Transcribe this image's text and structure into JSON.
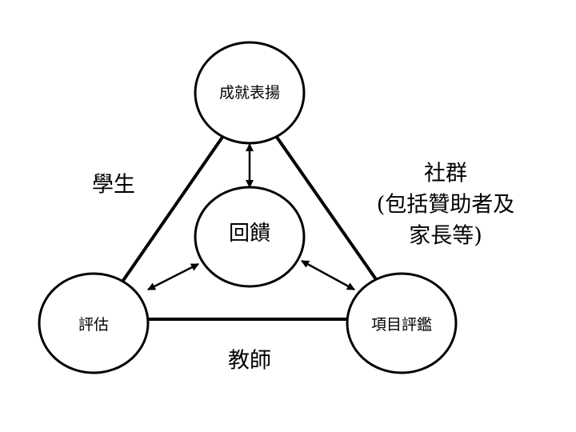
{
  "diagram": {
    "nodes": {
      "top": {
        "label": "成就表揚"
      },
      "center": {
        "label": "回饋"
      },
      "left": {
        "label": "評估"
      },
      "right": {
        "label": "項目評鑑"
      }
    },
    "edge_labels": {
      "student": "學生",
      "community": [
        "社群",
        "(包括贊助者及",
        "家長等)"
      ],
      "teacher": "教師"
    },
    "colors": {
      "stroke": "#000000",
      "fill": "#ffffff",
      "text": "#000000"
    }
  }
}
